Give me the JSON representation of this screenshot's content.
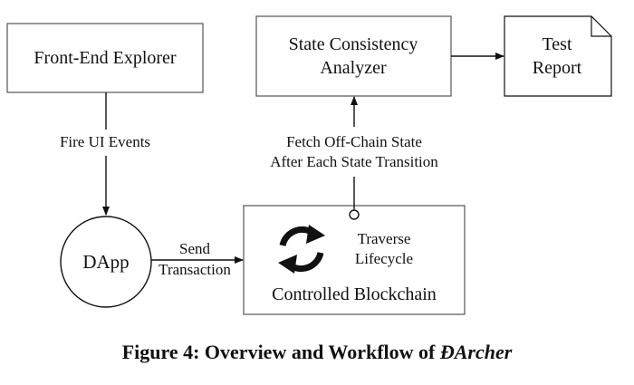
{
  "nodes": {
    "frontend_explorer": "Front-End Explorer",
    "state_analyzer": [
      "State Consistency",
      "Analyzer"
    ],
    "test_report": [
      "Test",
      "Report"
    ],
    "dapp": "DApp",
    "blockchain": "Controlled Blockchain",
    "traverse": [
      "Traverse",
      "Lifecycle"
    ]
  },
  "edges": {
    "fire_ui_events": "Fire UI Events",
    "fetch_state": [
      "Fetch Off-Chain State",
      "After Each State Transition"
    ],
    "send_transaction": [
      "Send",
      "Transaction"
    ]
  },
  "caption": {
    "text": "Figure 4: Overview and Workflow of ",
    "emphasis": "ĐArcher"
  },
  "icons": [
    "cycle-arrows-icon"
  ]
}
